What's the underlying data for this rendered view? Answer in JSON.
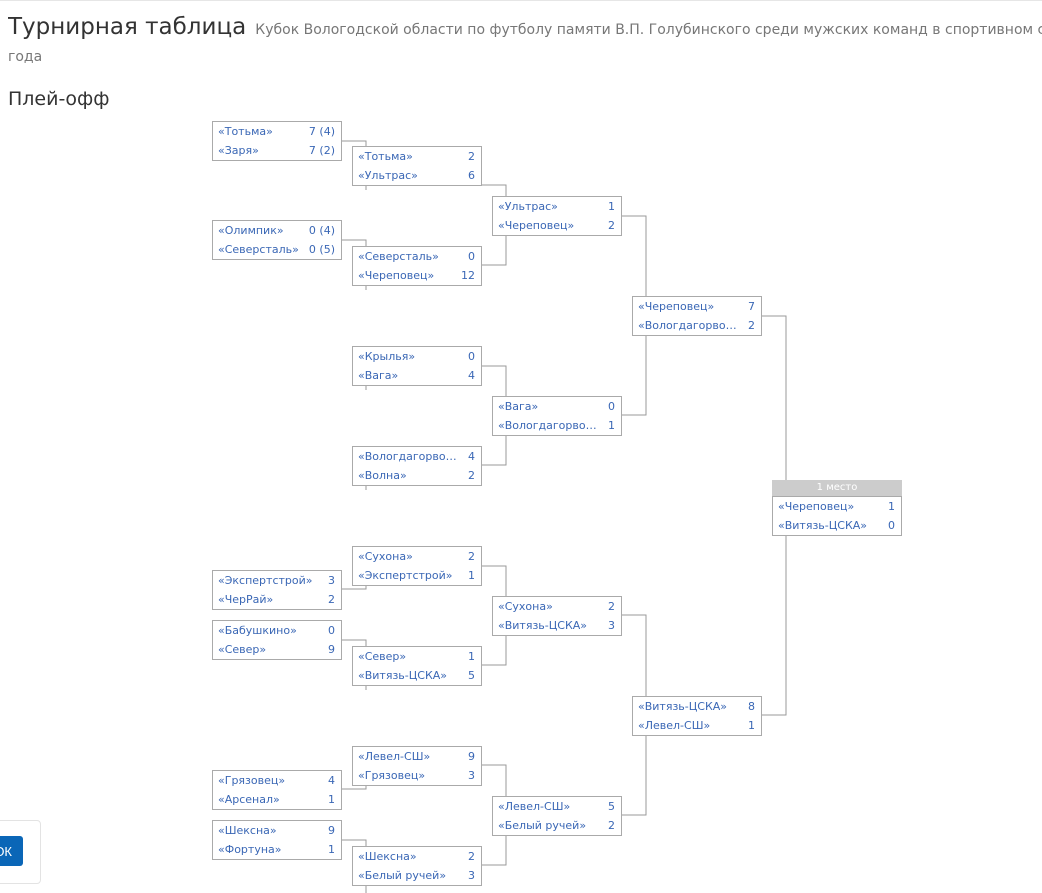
{
  "header": {
    "title": "Турнирная таблица",
    "subtitle": "Кубок Вологодской области по футболу памяти В.П. Голубинского среди мужских команд в спортивном сезо",
    "subtitle_cont": "года",
    "section": "Плей-офф"
  },
  "final_label": "1 место",
  "ok_label": "ОК",
  "rounds": [
    [
      {
        "a": "«Тотьма»",
        "sa": "7 (4)",
        "b": "«Заря»",
        "sb": "7 (2)"
      },
      {
        "a": "«Олимпик»",
        "sa": "0 (4)",
        "b": "«Северсталь»",
        "sb": "0 (5)"
      },
      {
        "a": "«Экспертстрой»",
        "sa": "3",
        "b": "«ЧерРай»",
        "sb": "2"
      },
      {
        "a": "«Бабушкино»",
        "sa": "0",
        "b": "«Север»",
        "sb": "9"
      },
      {
        "a": "«Грязовец»",
        "sa": "4",
        "b": "«Арсенал»",
        "sb": "1"
      },
      {
        "a": "«Шексна»",
        "sa": "9",
        "b": "«Фортуна»",
        "sb": "1"
      }
    ],
    [
      {
        "a": "«Тотьма»",
        "sa": "2",
        "b": "«Ультрас»",
        "sb": "6"
      },
      {
        "a": "«Северсталь»",
        "sa": "0",
        "b": "«Череповец»",
        "sb": "12"
      },
      {
        "a": "«Крылья»",
        "sa": "0",
        "b": "«Вага»",
        "sb": "4"
      },
      {
        "a": "«Вологдагорвод...",
        "sa": "4",
        "b": "«Волна»",
        "sb": "2"
      },
      {
        "a": "«Сухона»",
        "sa": "2",
        "b": "«Экспертстрой»",
        "sb": "1"
      },
      {
        "a": "«Север»",
        "sa": "1",
        "b": "«Витязь-ЦСКА»",
        "sb": "5"
      },
      {
        "a": "«Левел-СШ»",
        "sa": "9",
        "b": "«Грязовец»",
        "sb": "3"
      },
      {
        "a": "«Шексна»",
        "sa": "2",
        "b": "«Белый ручей»",
        "sb": "3"
      }
    ],
    [
      {
        "a": "«Ультрас»",
        "sa": "1",
        "b": "«Череповец»",
        "sb": "2"
      },
      {
        "a": "«Вага»",
        "sa": "0",
        "b": "«Вологдагорвод...",
        "sb": "1"
      },
      {
        "a": "«Сухона»",
        "sa": "2",
        "b": "«Витязь-ЦСКА»",
        "sb": "3"
      },
      {
        "a": "«Левел-СШ»",
        "sa": "5",
        "b": "«Белый ручей»",
        "sb": "2"
      }
    ],
    [
      {
        "a": "«Череповец»",
        "sa": "7",
        "b": "«Вологдагорвод...",
        "sb": "2"
      },
      {
        "a": "«Витязь-ЦСКА»",
        "sa": "8",
        "b": "«Левел-СШ»",
        "sb": "1"
      }
    ],
    [
      {
        "a": "«Череповец»",
        "sa": "1",
        "b": "«Витязь-ЦСКА»",
        "sb": "0"
      }
    ]
  ]
}
